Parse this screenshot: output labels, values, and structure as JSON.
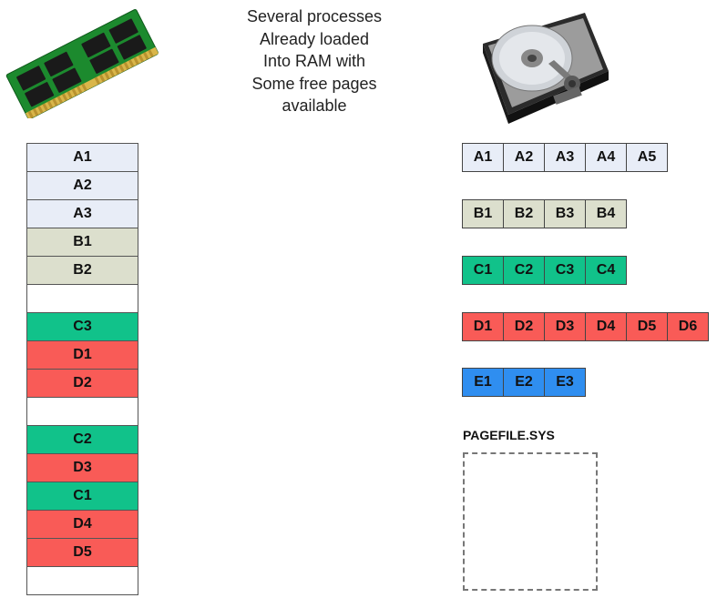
{
  "caption": {
    "lines": [
      "Several processes",
      "Already loaded",
      "Into RAM with",
      "Some free pages",
      "available"
    ]
  },
  "colors": {
    "A": "#e8edf7",
    "B": "#dcdfcd",
    "C": "#11c28a",
    "D": "#f95b57",
    "E": "#2f8ef0",
    "free": "#ffffff"
  },
  "ram": {
    "slots": [
      {
        "label": "A1",
        "proc": "A"
      },
      {
        "label": "A2",
        "proc": "A"
      },
      {
        "label": "A3",
        "proc": "A"
      },
      {
        "label": "B1",
        "proc": "B"
      },
      {
        "label": "B2",
        "proc": "B"
      },
      {
        "label": "",
        "proc": "free"
      },
      {
        "label": "C3",
        "proc": "C"
      },
      {
        "label": "D1",
        "proc": "D"
      },
      {
        "label": "D2",
        "proc": "D"
      },
      {
        "label": "",
        "proc": "free"
      },
      {
        "label": "C2",
        "proc": "C"
      },
      {
        "label": "D3",
        "proc": "D"
      },
      {
        "label": "C1",
        "proc": "C"
      },
      {
        "label": "D4",
        "proc": "D"
      },
      {
        "label": "D5",
        "proc": "D"
      },
      {
        "label": "",
        "proc": "free"
      }
    ]
  },
  "disk": {
    "rows": [
      {
        "proc": "A",
        "cells": [
          "A1",
          "A2",
          "A3",
          "A4",
          "A5"
        ]
      },
      {
        "proc": "B",
        "cells": [
          "B1",
          "B2",
          "B3",
          "B4"
        ]
      },
      {
        "proc": "C",
        "cells": [
          "C1",
          "C2",
          "C3",
          "C4"
        ]
      },
      {
        "proc": "D",
        "cells": [
          "D1",
          "D2",
          "D3",
          "D4",
          "D5",
          "D6"
        ]
      },
      {
        "proc": "E",
        "cells": [
          "E1",
          "E2",
          "E3"
        ]
      }
    ],
    "pagefile_label": "PAGEFILE.SYS"
  },
  "icons": {
    "ram": "ram-module-icon",
    "disk": "hard-drive-icon"
  }
}
